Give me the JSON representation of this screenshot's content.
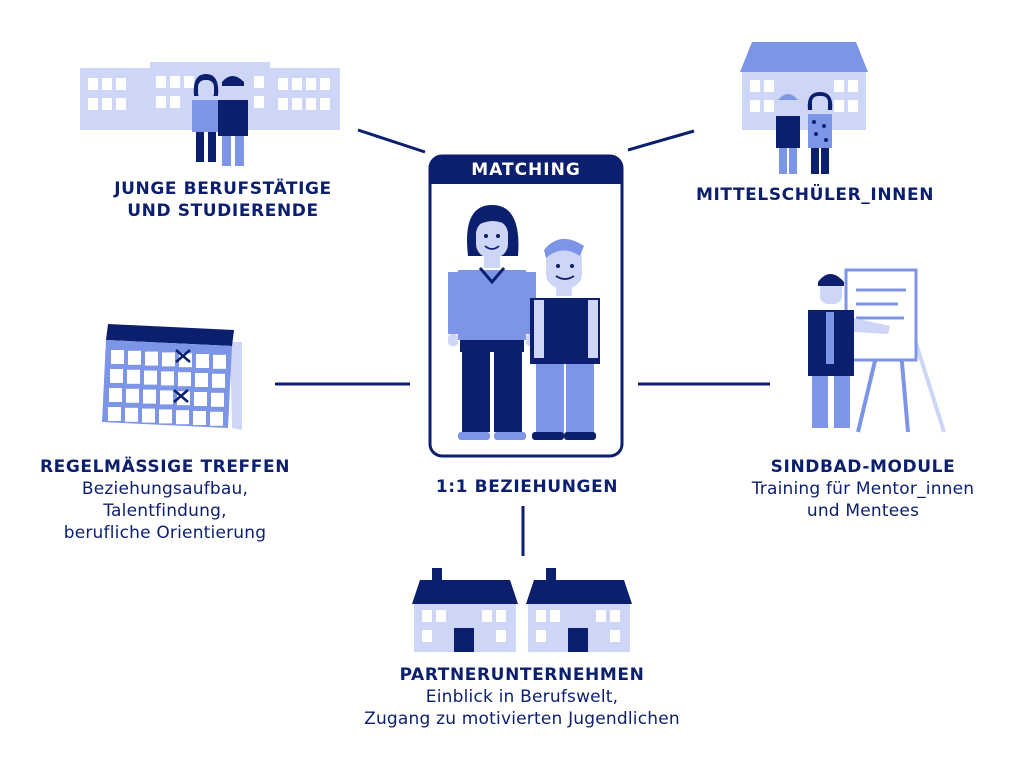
{
  "center": {
    "header": "MATCHING",
    "caption": "1:1 BEZIEHUNGEN"
  },
  "nodes": {
    "young_professionals": {
      "title_line1": "JUNGE BERUFSTÄTIGE",
      "title_line2": "UND STUDIERENDE"
    },
    "pupils": {
      "title": "MITTELSCHÜLER_INNEN"
    },
    "meetings": {
      "title": "REGELMÄSSIGE TREFFEN",
      "lines": [
        "Beziehungsaufbau,",
        "Talentfindung,",
        "berufliche Orientierung"
      ]
    },
    "modules": {
      "title": "SINDBAD-MODULE",
      "lines": [
        "Training für Mentor_innen",
        "und Mentees"
      ]
    },
    "partners": {
      "title": "PARTNERUNTERNEHMEN",
      "lines": [
        "Einblick in Berufswelt,",
        "Zugang zu motivierten Jugendlichen"
      ]
    }
  },
  "colors": {
    "navy": "#0b1f6e",
    "mid": "#7d95e6",
    "light": "#cdd6f7"
  },
  "icons": [
    "office-building-icon",
    "school-building-icon",
    "calendar-icon",
    "flipchart-icon",
    "company-house-icon",
    "person-icon"
  ]
}
